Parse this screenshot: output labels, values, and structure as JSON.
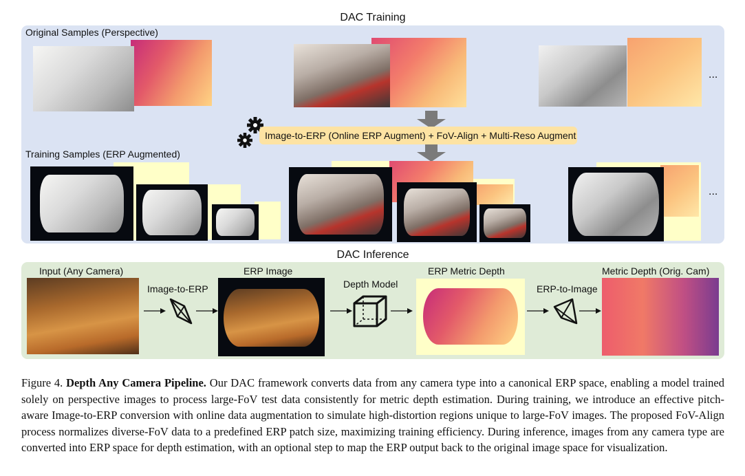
{
  "training": {
    "title": "DAC Training",
    "original_label": "Original Samples (Perspective)",
    "training_label": "Training Samples (ERP Augmented)",
    "augment_text": "Image-to-ERP (Online ERP Augment) + FoV-Align + Multi-Reso Augment",
    "ellipsis_top": "...",
    "ellipsis_bottom": "..."
  },
  "inference": {
    "title": "DAC Inference",
    "input_label": "Input (Any Camera)",
    "step1_label": "Image-to-ERP",
    "erp_image_label": "ERP Image",
    "model_label": "Depth Model",
    "erp_depth_label": "ERP Metric Depth",
    "step2_label": "ERP-to-Image",
    "metric_depth_label": "Metric Depth (Orig. Cam)"
  },
  "caption": {
    "figure_num": "Figure 4.",
    "title": "Depth Any Camera Pipeline.",
    "body": " Our DAC framework converts data from any camera type into a canonical ERP space, enabling a model trained solely on perspective images to process large-FoV test data consistently for metric depth estimation. During training, we introduce an effective pitch-aware Image-to-ERP conversion with online data augmentation to simulate high-distortion regions unique to large-FoV images.  The proposed FoV-Align process normalizes diverse-FoV data to a predefined ERP patch size, maximizing training efficiency. During inference, images from any camera type are converted into ERP space for depth estimation, with an optional step to map the ERP output back to the original image space for visualization."
  },
  "icons": [
    "gear-icon",
    "gear-icon",
    "down-arrow-icon",
    "right-arrow-icon",
    "projection-icon",
    "cube-icon"
  ],
  "colors": {
    "training_panel": "#dbe3f3",
    "inference_panel": "#dfebd7",
    "augment_box": "#fde3a3"
  }
}
